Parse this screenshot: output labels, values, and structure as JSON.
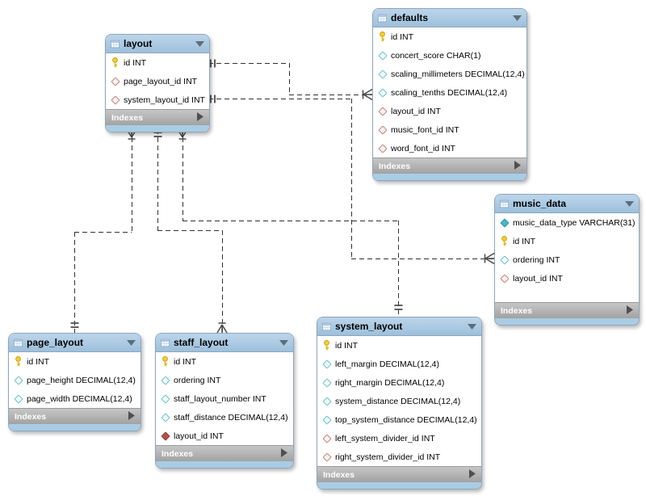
{
  "diagram_type": "database-eer-diagram",
  "colors": {
    "canvas_background": "#ffffff",
    "table_header_blue": "#a9c7e0",
    "table_bottom_strip": "#a9cce5",
    "indexes_bar_gray": "#b0b0b0",
    "connector_line": "#303030",
    "primary_key_icon": "#f0c419",
    "column_icon_teal": "#4ab6c1",
    "foreign_key_icon_red": "#b4524b"
  },
  "tables": [
    {
      "name": "layout",
      "footer_label": "Indexes",
      "fields": [
        {
          "icon": "primary-key-icon",
          "text": "id INT"
        },
        {
          "icon": "fk-column-icon",
          "text": "page_layout_id INT"
        },
        {
          "icon": "fk-column-icon",
          "text": "system_layout_id INT"
        }
      ]
    },
    {
      "name": "defaults",
      "footer_label": "Indexes",
      "fields": [
        {
          "icon": "primary-key-icon",
          "text": "id INT"
        },
        {
          "icon": "column-icon",
          "text": "concert_score CHAR(1)"
        },
        {
          "icon": "column-icon",
          "text": "scaling_millimeters DECIMAL(12,4)"
        },
        {
          "icon": "column-icon",
          "text": "scaling_tenths DECIMAL(12,4)"
        },
        {
          "icon": "fk-column-icon",
          "text": "layout_id INT"
        },
        {
          "icon": "fk-column-icon",
          "text": "music_font_id INT"
        },
        {
          "icon": "fk-column-icon",
          "text": "word_font_id INT"
        }
      ]
    },
    {
      "name": "music_data",
      "footer_label": "Indexes",
      "fields": [
        {
          "icon": "column-notnull-icon",
          "text": "music_data_type VARCHAR(31)"
        },
        {
          "icon": "primary-key-icon",
          "text": "id INT"
        },
        {
          "icon": "column-icon",
          "text": "ordering INT"
        },
        {
          "icon": "fk-column-icon",
          "text": "layout_id INT"
        }
      ]
    },
    {
      "name": "page_layout",
      "footer_label": "Indexes",
      "fields": [
        {
          "icon": "primary-key-icon",
          "text": "id INT"
        },
        {
          "icon": "column-icon",
          "text": "page_height DECIMAL(12,4)"
        },
        {
          "icon": "column-icon",
          "text": "page_width DECIMAL(12,4)"
        }
      ]
    },
    {
      "name": "staff_layout",
      "footer_label": "Indexes",
      "fields": [
        {
          "icon": "primary-key-icon",
          "text": "id INT"
        },
        {
          "icon": "column-icon",
          "text": "ordering INT"
        },
        {
          "icon": "column-icon",
          "text": "staff_layout_number INT"
        },
        {
          "icon": "column-icon",
          "text": "staff_distance DECIMAL(12,4)"
        },
        {
          "icon": "fk-notnull-icon",
          "text": "layout_id INT"
        }
      ]
    },
    {
      "name": "system_layout",
      "footer_label": "Indexes",
      "fields": [
        {
          "icon": "primary-key-icon",
          "text": "id INT"
        },
        {
          "icon": "column-icon",
          "text": "left_margin DECIMAL(12,4)"
        },
        {
          "icon": "column-icon",
          "text": "right_margin DECIMAL(12,4)"
        },
        {
          "icon": "column-icon",
          "text": "system_distance DECIMAL(12,4)"
        },
        {
          "icon": "column-icon",
          "text": "top_system_distance DECIMAL(12,4)"
        },
        {
          "icon": "fk-column-icon",
          "text": "left_system_divider_id INT"
        },
        {
          "icon": "fk-column-icon",
          "text": "right_system_divider_id INT"
        }
      ]
    }
  ],
  "relationships": [
    {
      "one_side": "layout",
      "many_side": "defaults",
      "line_style": "dashed",
      "one_marker": "double-bar",
      "many_marker": "crow-foot-with-bar"
    },
    {
      "one_side": "layout",
      "many_side": "music_data",
      "line_style": "dashed",
      "one_marker": "double-bar",
      "many_marker": "crow-foot-with-bar"
    },
    {
      "one_side": "page_layout",
      "many_side": "layout",
      "line_style": "dashed",
      "one_marker": "double-bar",
      "many_marker": "crow-foot-with-bar"
    },
    {
      "one_side": "layout",
      "many_side": "staff_layout",
      "line_style": "dashed",
      "one_marker": "double-bar",
      "many_marker": "crow-foot-with-bar"
    },
    {
      "one_side": "system_layout",
      "many_side": "layout",
      "line_style": "dashed",
      "one_marker": "double-bar",
      "many_marker": "crow-foot-with-bar"
    }
  ]
}
